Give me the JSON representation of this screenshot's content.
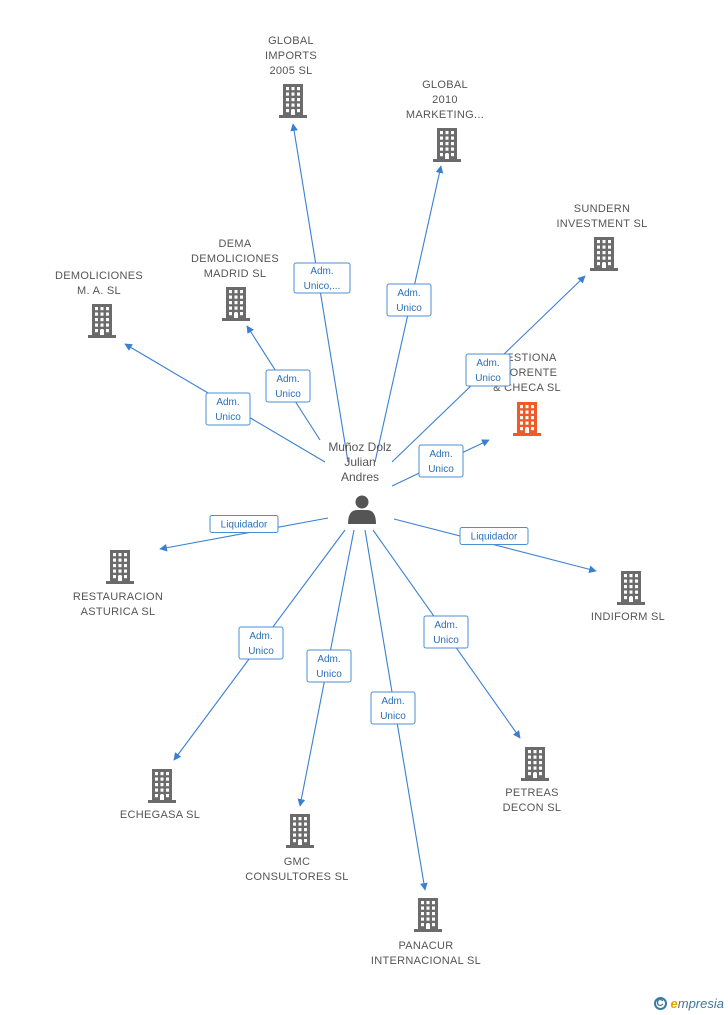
{
  "colors": {
    "edge": "#3b80d0",
    "company": "#6b6b6b",
    "highlight": "#f05a28",
    "person": "#555555"
  },
  "center": {
    "name_lines": [
      "Muñoz Dolz",
      "Julian",
      "Andres"
    ],
    "icon": "person-icon"
  },
  "nodes": [
    {
      "id": "global-imports",
      "lines": [
        "GLOBAL",
        "IMPORTS",
        "2005 SL"
      ],
      "icon": "building-icon",
      "highlight": false
    },
    {
      "id": "global-2010",
      "lines": [
        "GLOBAL",
        "2010",
        "MARKETING..."
      ],
      "icon": "building-icon",
      "highlight": false
    },
    {
      "id": "sundern",
      "lines": [
        "SUNDERN",
        "INVESTMENT SL"
      ],
      "icon": "building-icon",
      "highlight": false
    },
    {
      "id": "gestiona",
      "lines": [
        "GESTIONA",
        "LLORENTE",
        "& CHECA SL"
      ],
      "icon": "building-icon",
      "highlight": true
    },
    {
      "id": "dema",
      "lines": [
        "DEMA",
        "DEMOLICIONES",
        "MADRID SL"
      ],
      "icon": "building-icon",
      "highlight": false
    },
    {
      "id": "demoliciones-ma",
      "lines": [
        "DEMOLICIONES",
        "M. A.  SL"
      ],
      "icon": "building-icon",
      "highlight": false
    },
    {
      "id": "restauracion",
      "lines": [
        "RESTAURACION",
        "ASTURICA SL"
      ],
      "icon": "building-icon",
      "highlight": false
    },
    {
      "id": "indiform",
      "lines": [
        "INDIFORM SL"
      ],
      "icon": "building-icon",
      "highlight": false
    },
    {
      "id": "echegasa",
      "lines": [
        "ECHEGASA SL"
      ],
      "icon": "building-icon",
      "highlight": false
    },
    {
      "id": "gmc",
      "lines": [
        "GMC",
        "CONSULTORES SL"
      ],
      "icon": "building-icon",
      "highlight": false
    },
    {
      "id": "panacur",
      "lines": [
        "PANACUR",
        "INTERNACIONAL SL"
      ],
      "icon": "building-icon",
      "highlight": false
    },
    {
      "id": "petreas",
      "lines": [
        "PETREAS",
        "DECON SL"
      ],
      "icon": "building-icon",
      "highlight": false
    }
  ],
  "edges": [
    {
      "target": "global-imports",
      "label": [
        "Adm.",
        "Unico,..."
      ]
    },
    {
      "target": "global-2010",
      "label": [
        "Adm.",
        "Unico"
      ]
    },
    {
      "target": "sundern",
      "label": [
        "Adm.",
        "Unico"
      ]
    },
    {
      "target": "gestiona",
      "label": [
        "Adm.",
        "Unico"
      ]
    },
    {
      "target": "dema",
      "label": [
        "Adm.",
        "Unico"
      ]
    },
    {
      "target": "demoliciones-ma",
      "label": [
        "Adm.",
        "Unico"
      ]
    },
    {
      "target": "restauracion",
      "label": [
        "Liquidador"
      ]
    },
    {
      "target": "indiform",
      "label": [
        "Liquidador"
      ]
    },
    {
      "target": "echegasa",
      "label": [
        "Adm.",
        "Unico"
      ]
    },
    {
      "target": "gmc",
      "label": [
        "Adm.",
        "Unico"
      ]
    },
    {
      "target": "panacur",
      "label": [
        "Adm.",
        "Unico"
      ]
    },
    {
      "target": "petreas",
      "label": [
        "Adm.",
        "Unico"
      ]
    }
  ],
  "footer": {
    "copyright_symbol": "C",
    "brand_initial": "e",
    "brand_rest": "mpresia"
  }
}
